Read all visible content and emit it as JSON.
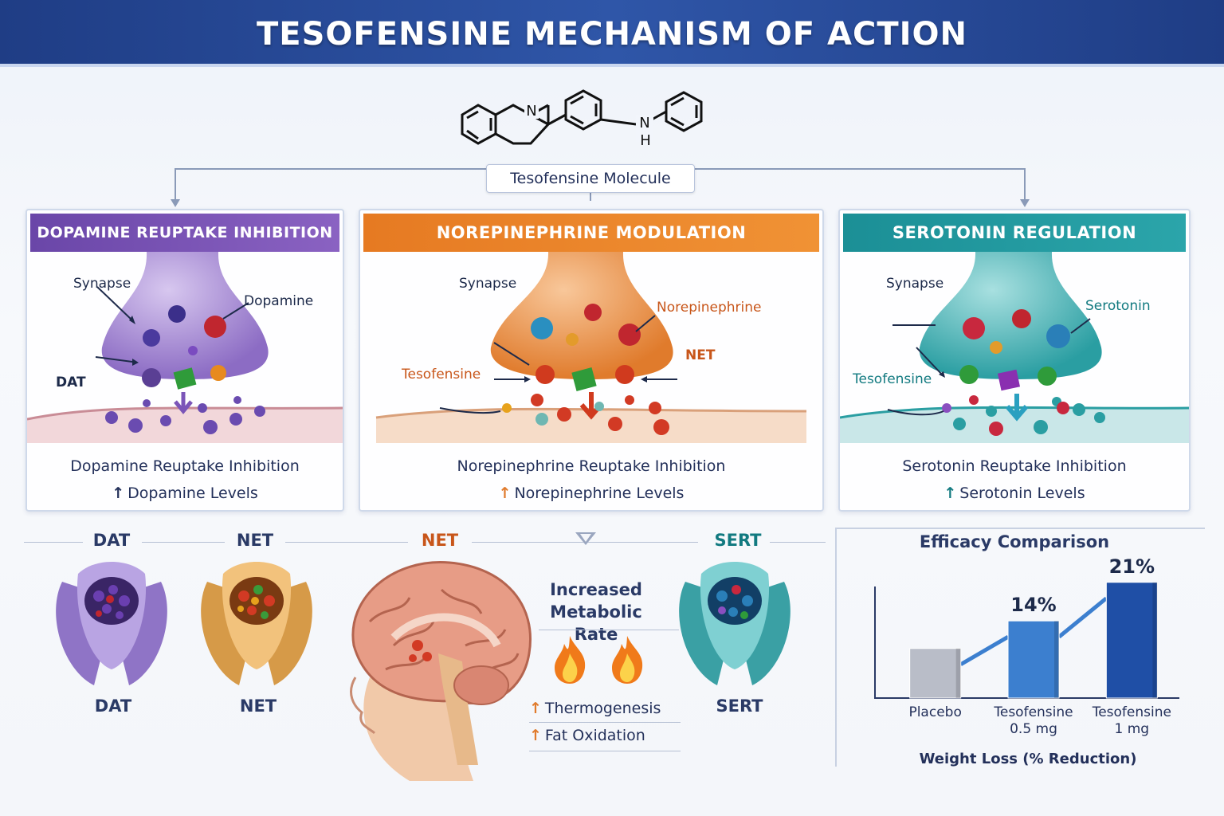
{
  "header": {
    "title": "TESOFENSINE MECHANISM OF ACTION"
  },
  "molecule": {
    "label": "Tesofensine Molecule",
    "atom_n": "N",
    "atom_nh": "N",
    "atom_h": "H"
  },
  "panels": [
    {
      "title": "DOPAMINE REUPTAKE INHIBITION",
      "labels": {
        "synapse": "Synapse",
        "neurotransmitter": "Dopamine",
        "transporter": "DAT"
      },
      "caption": "Dopamine Reuptake Inhibition",
      "level_arrow": "↑",
      "level": "Dopamine Levels",
      "color": "#7b55b8"
    },
    {
      "title": "NOREPINEPHRINE MODULATION",
      "labels": {
        "synapse": "Synapse",
        "neurotransmitter": "Norepinephrine",
        "drug": "Tesofensine",
        "transporter": "NET"
      },
      "caption": "Norepinephrine Reuptake Inhibition",
      "level_arrow": "↑",
      "level": "Norepinephrine Levels",
      "color": "#ea7f26"
    },
    {
      "title": "SEROTONIN REGULATION",
      "labels": {
        "synapse": "Synapse",
        "neurotransmitter": "Serotonin",
        "drug": "Tesofensine"
      },
      "caption": "Serotonin Reuptake Inhibition",
      "level_arrow": "↑",
      "level": "Serotonin Levels",
      "color": "#1f9aa0"
    }
  ],
  "transporters": {
    "top": [
      "DAT",
      "NET",
      "NET",
      "SERT"
    ],
    "bottom": [
      "DAT",
      "NET",
      "SERT"
    ]
  },
  "metabolic": {
    "title": "Increased Metabolic Rate",
    "items": [
      {
        "arrow": "↑",
        "text": "Thermogenesis"
      },
      {
        "arrow": "↑",
        "text": "Fat Oxidation"
      }
    ]
  },
  "chart_data": {
    "type": "bar",
    "title": "Efficacy Comparison",
    "xlabel": "Weight Loss (% Reduction)",
    "categories": [
      "Placebo",
      "Tesofensine 0.5 mg",
      "Tesofensine 1 mg"
    ],
    "category_lines": [
      [
        "Placebo"
      ],
      [
        "Tesofensine",
        "0.5 mg"
      ],
      [
        "Tesofensine",
        "1 mg"
      ]
    ],
    "values": [
      null,
      14,
      21
    ],
    "value_labels": [
      "",
      "14%",
      "21%"
    ],
    "ylim": [
      0,
      24
    ],
    "bar_heights_estimate": [
      9,
      14,
      21
    ],
    "colors": [
      "#b9bdc8",
      "#3c7fcf",
      "#1f4fa6"
    ]
  }
}
